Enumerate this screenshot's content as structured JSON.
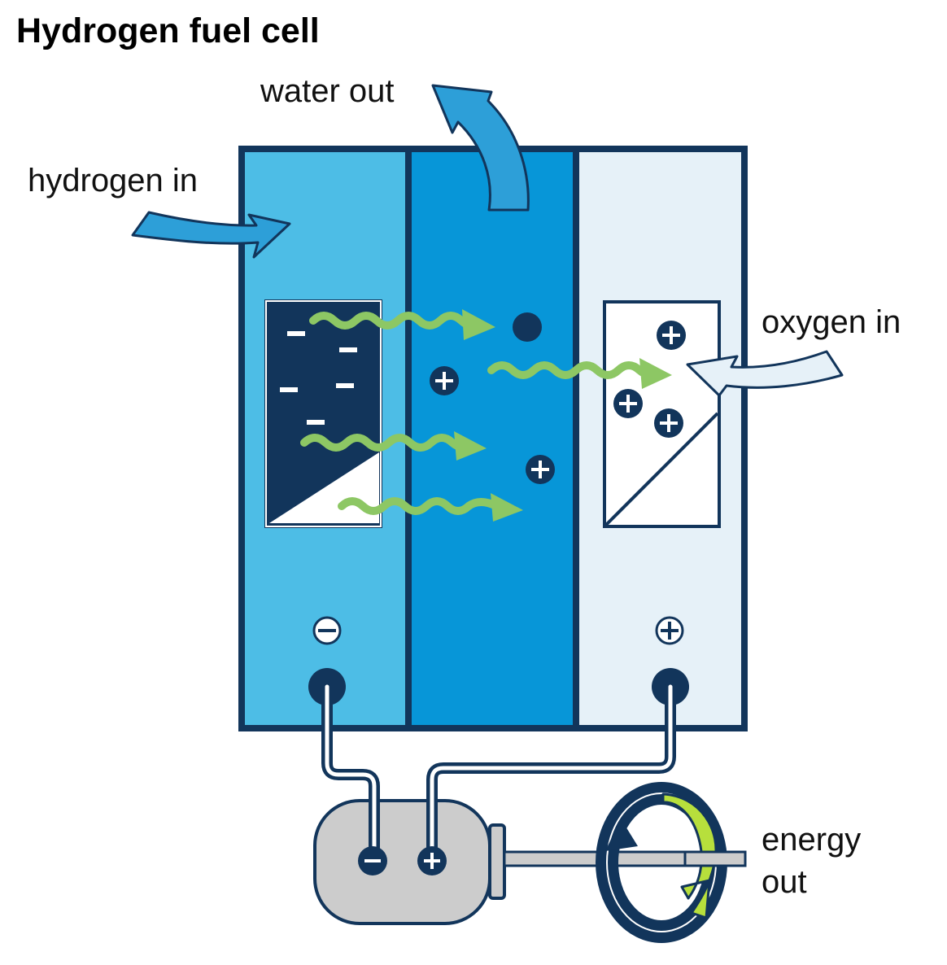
{
  "title": "Hydrogen fuel cell",
  "labels": {
    "water_out": "water out",
    "hydrogen_in": "hydrogen in",
    "oxygen_in": "oxygen in",
    "energy_out_line1": "energy",
    "energy_out_line2": "out"
  },
  "symbols": {
    "electron": "−",
    "anode_terminal": "⊖",
    "cathode_terminal": "⊕",
    "ion_plus": "+"
  },
  "colors": {
    "outline": "#12355b",
    "anode": "#4dbde6",
    "electrolyte": "#0796d8",
    "cathode": "#e6f1f8",
    "electron_flow": "#8dc764",
    "motor_body": "#cccccc",
    "energy_arrow": "#b7df3c"
  }
}
